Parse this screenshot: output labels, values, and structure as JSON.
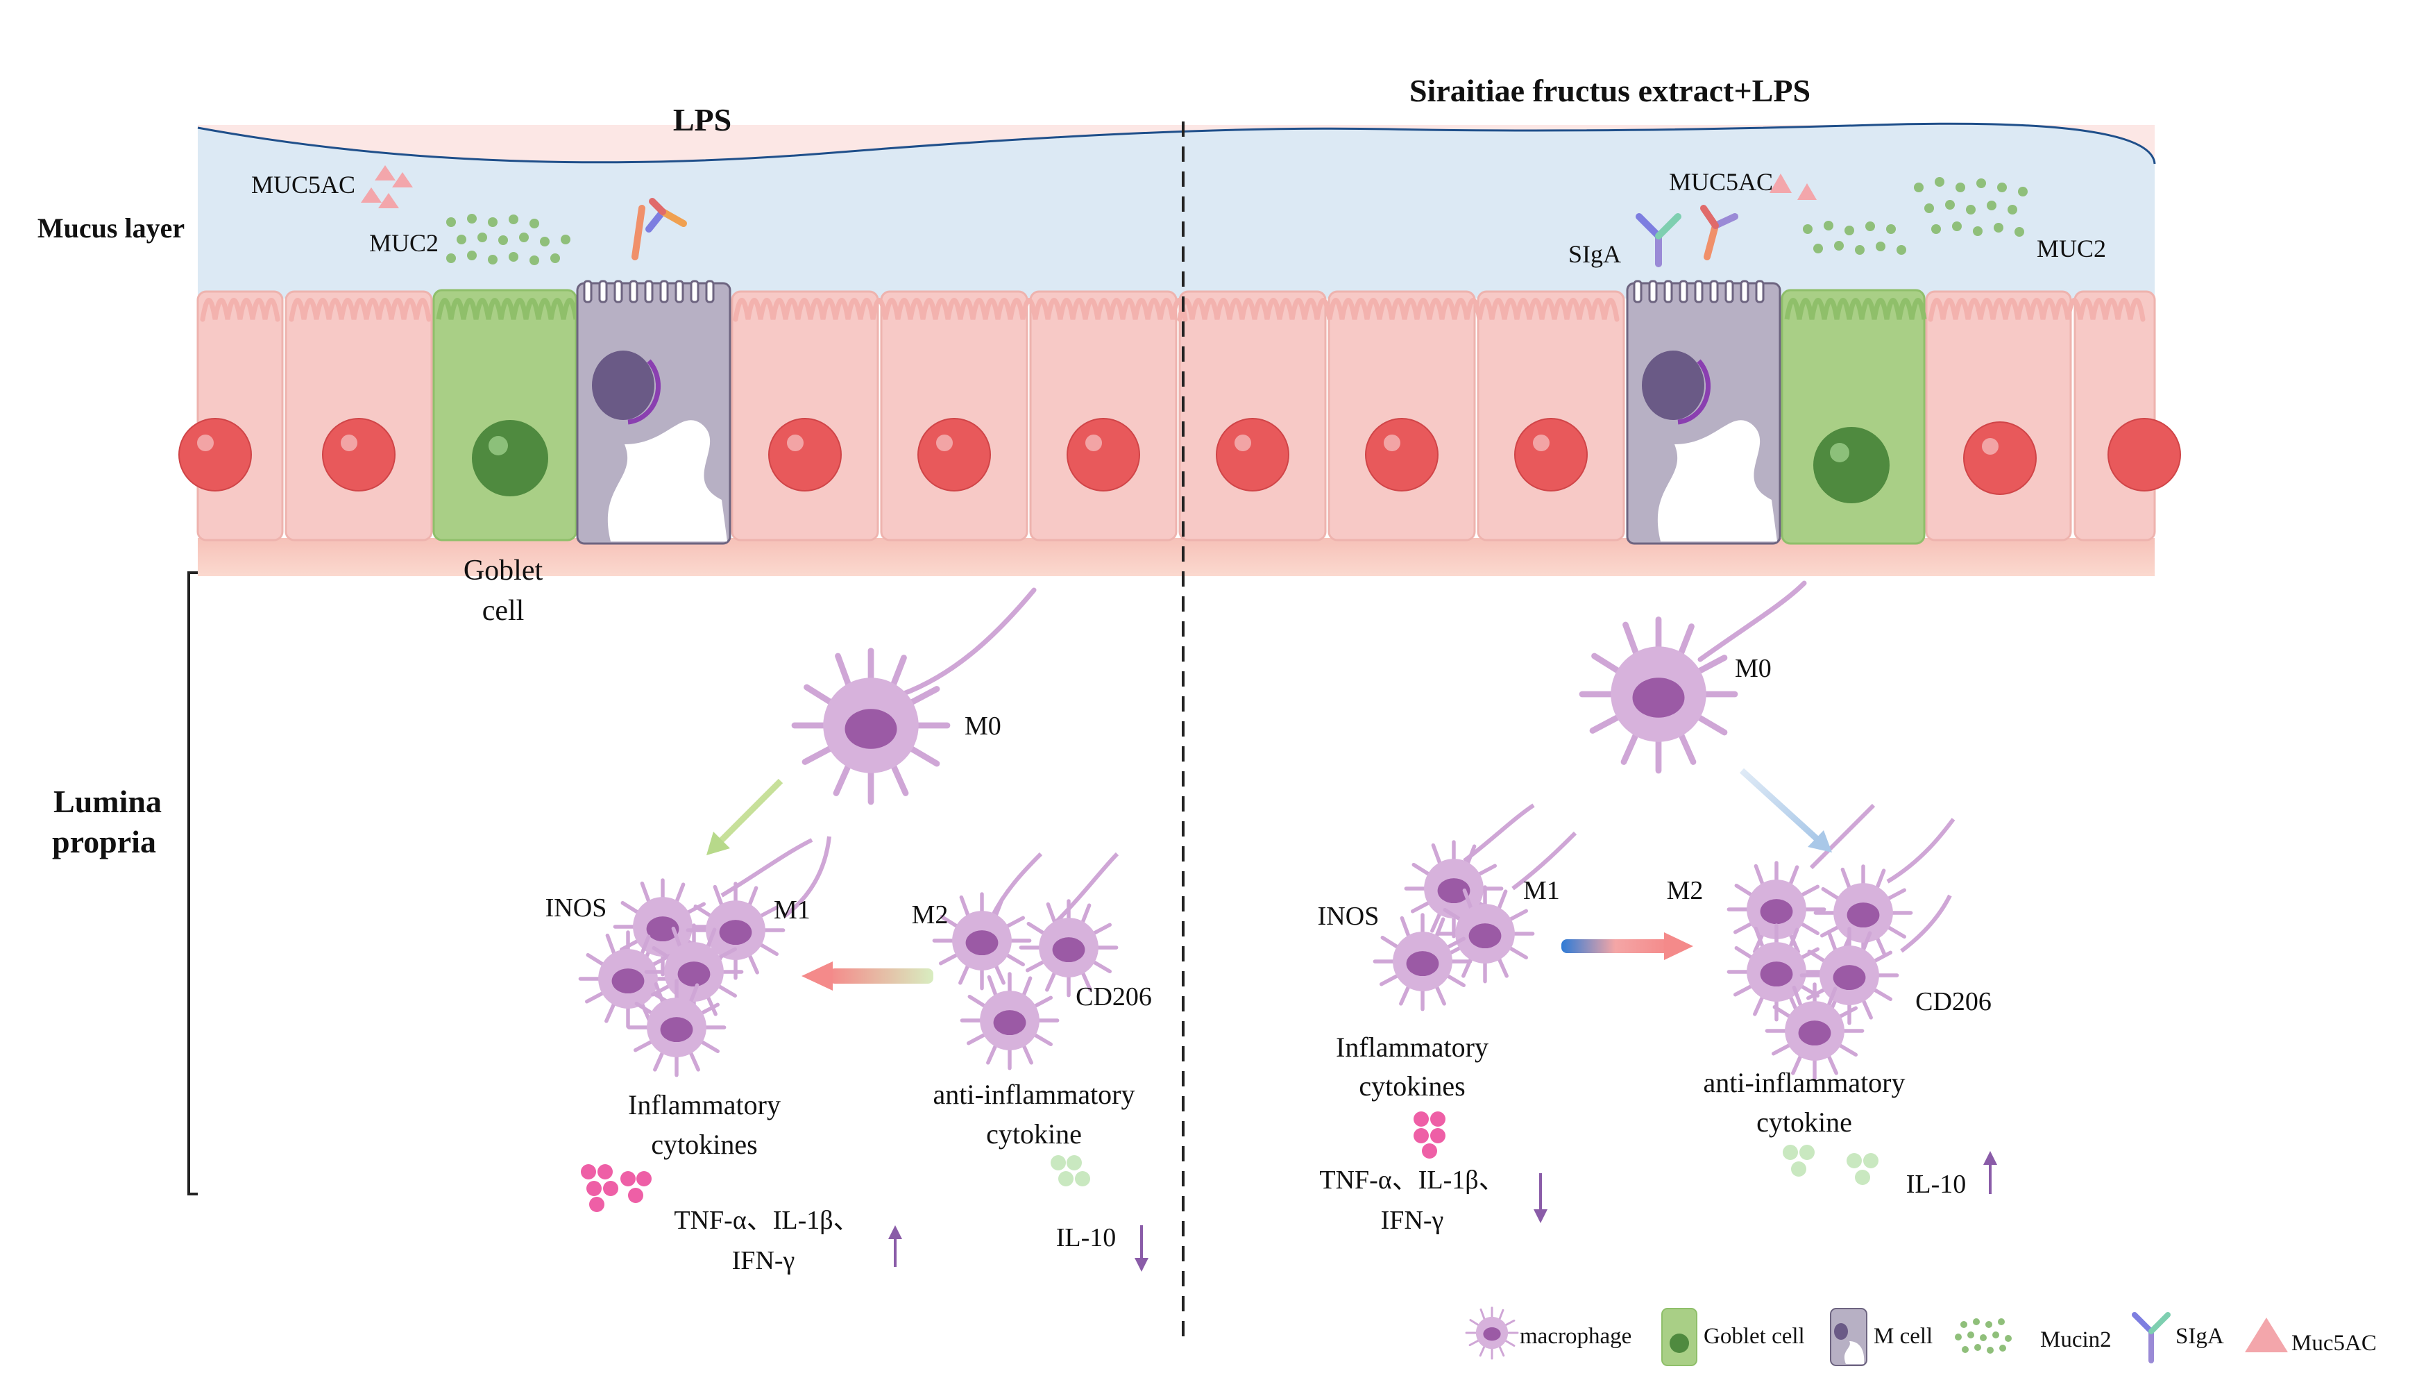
{
  "panels": {
    "left_title": "LPS",
    "right_title": "Siraitiae fructus extract+LPS"
  },
  "side_labels": {
    "mucus_layer": "Mucus layer",
    "lumina_line1": "Lumina",
    "lumina_line2": "propria"
  },
  "left": {
    "muc5ac": "MUC5AC",
    "muc2": "MUC2",
    "goblet_line1": "Goblet",
    "goblet_line2": "cell",
    "m0": "M0",
    "inos": "INOS",
    "m1": "M1",
    "m2": "M2",
    "cd206": "CD206",
    "inflam_line1": "Inflammatory",
    "inflam_line2": "cytokines",
    "anti_line1": "anti-inflammatory",
    "anti_line2": "cytokine",
    "tnf_line1": "TNF-α、IL-1β、",
    "tnf_line2": "IFN-γ",
    "il10": "IL-10",
    "tnf_arrow": "↑",
    "il10_arrow": "↓"
  },
  "right": {
    "muc5ac": "MUC5AC",
    "siga": "SIgA",
    "muc2": "MUC2",
    "m0": "M0",
    "inos": "INOS",
    "m1": "M1",
    "m2": "M2",
    "cd206": "CD206",
    "inflam_line1": "Inflammatory",
    "inflam_line2": "cytokines",
    "anti_line1": "anti-inflammatory",
    "anti_line2": "cytokine",
    "tnf_line1": "TNF-α、IL-1β、",
    "tnf_line2": "IFN-γ",
    "il10": "IL-10",
    "tnf_arrow": "↓",
    "il10_arrow": "↑"
  },
  "legend": {
    "macrophage": "macrophage",
    "goblet": "Goblet cell",
    "mcell": "M cell",
    "mucin2": "Mucin2",
    "siga": "SIgA",
    "muc5ac": "Muc5AC"
  },
  "colors": {
    "mucus": "#dce9f4",
    "epithelium": "#f7c9c6",
    "nucleus": "#e8595b",
    "goblet": "#a9cf86",
    "goblet_nucleus": "#4f8a3f",
    "mcell": "#b7b0c4",
    "macrophage": "#cfa6d6",
    "macrophage_nucleus": "#9b5aa5",
    "muc2_dots": "#8fbf7a",
    "muc5ac": "#f3a6ab",
    "pink_dots": "#ee5fa6",
    "green_dots": "#c9e8c0",
    "arrow_purple": "#8a5ca8"
  }
}
